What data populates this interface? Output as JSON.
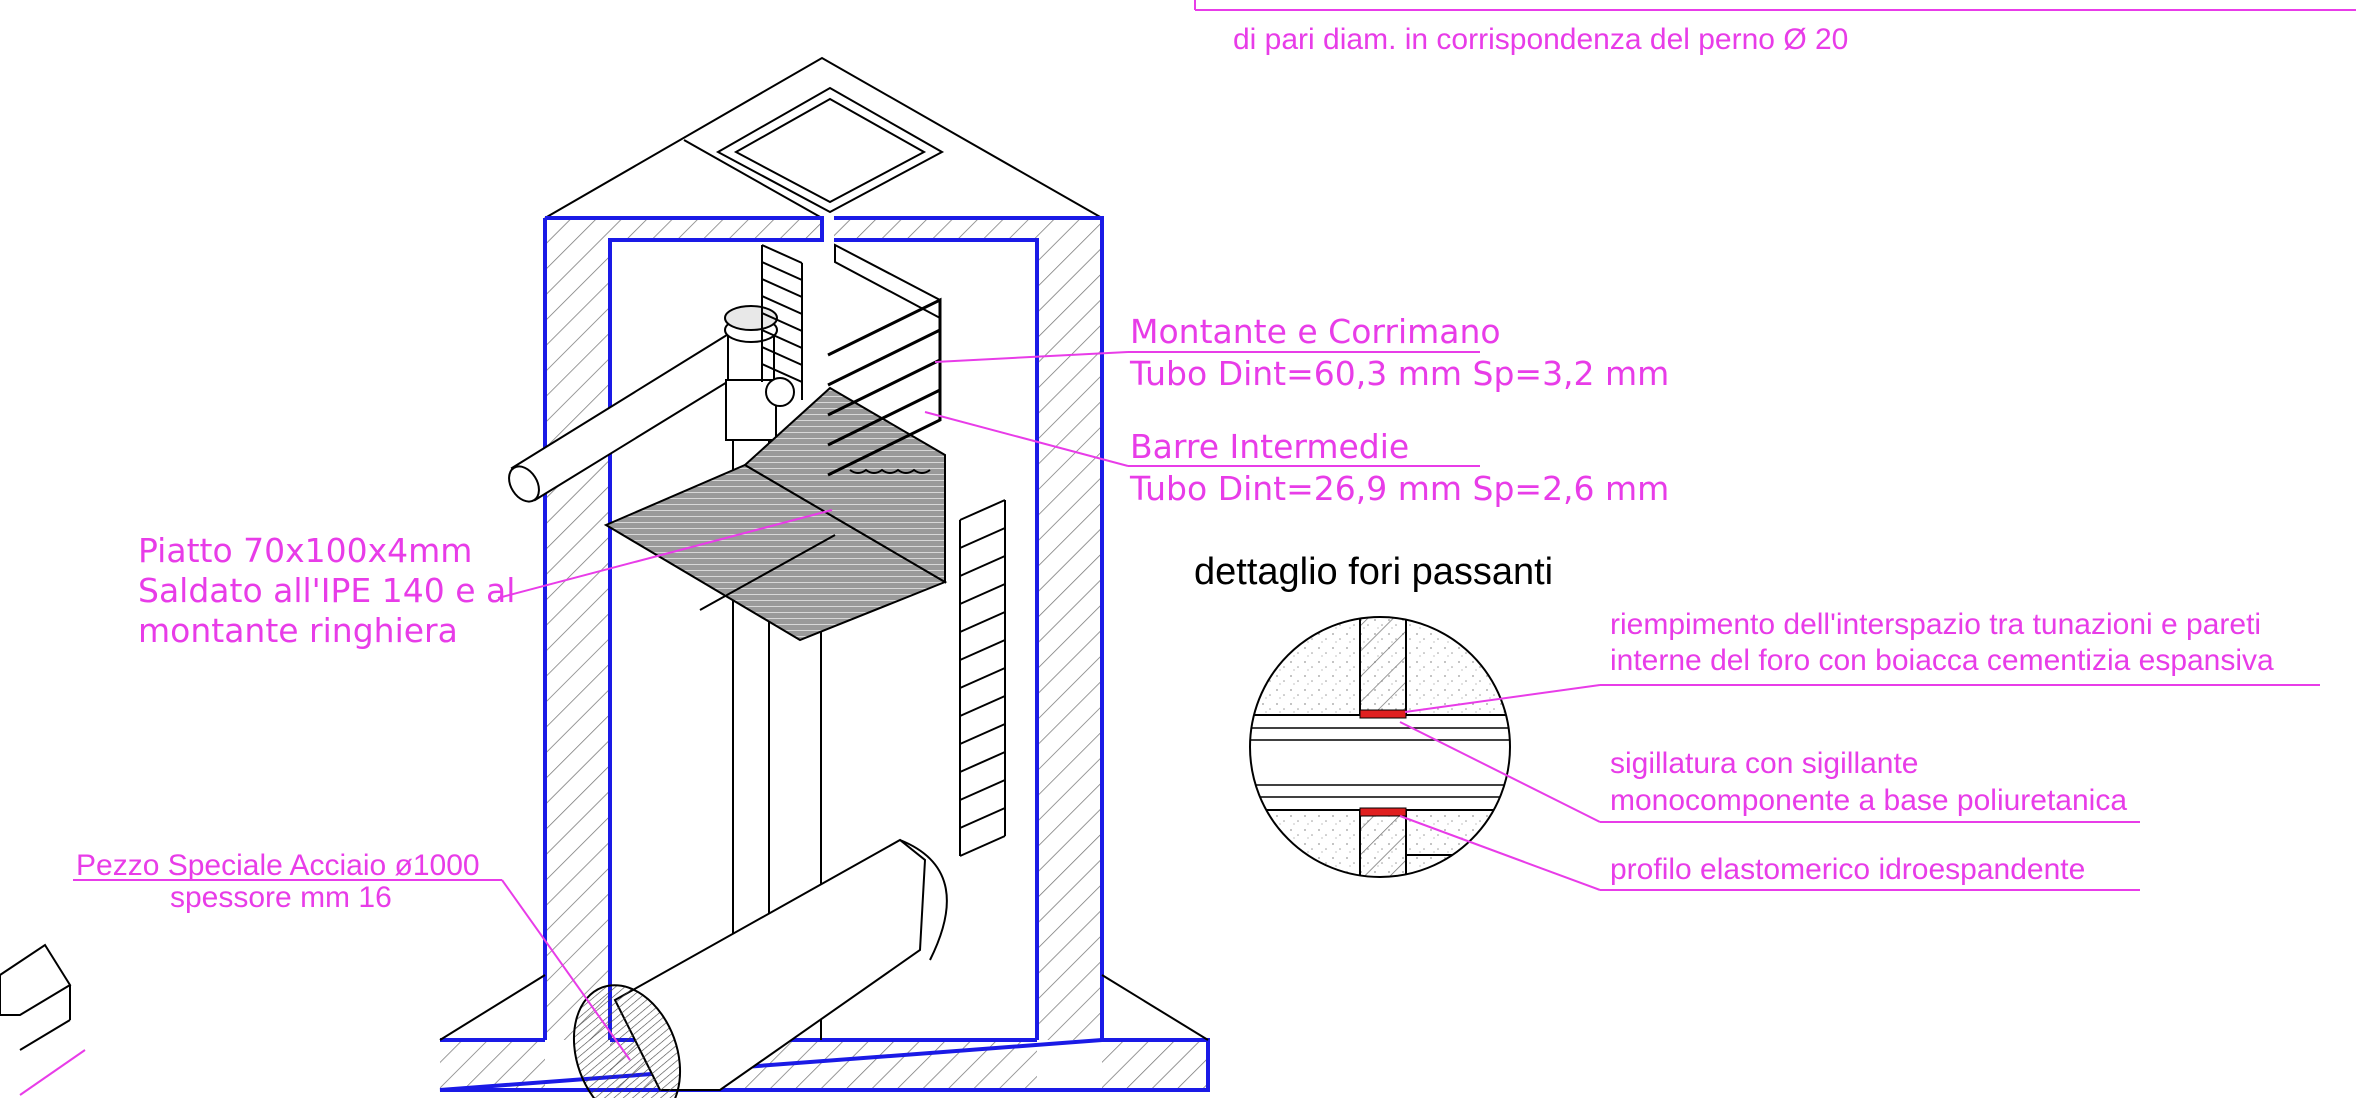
{
  "colors": {
    "annotation": "#e83ce8",
    "wall_outline": "#1a1ae6",
    "ink": "#000000",
    "seal": "#e02020"
  },
  "labels": {
    "top_note": "di pari diam. in corrispondenza del perno Ø 20",
    "montante_line1": "Montante e Corrimano",
    "montante_line2": "Tubo Dint=60,3 mm Sp=3,2 mm",
    "barre_line1": "Barre Intermedie",
    "barre_line2": "Tubo Dint=26,9 mm Sp=2,6 mm",
    "piatto_line1": "Piatto 70x100x4mm",
    "piatto_line2": "Saldato all'IPE 140 e al",
    "piatto_line3": "montante ringhiera",
    "pezzo_line1": "Pezzo Speciale Acciaio ø1000",
    "pezzo_line2": "spessore mm 16",
    "detail_title": "dettaglio fori passanti",
    "riempimento_line1": "riempimento dell'interspazio tra tunazioni e pareti",
    "riempimento_line2": "interne del foro con boiacca cementizia espansiva",
    "sigillatura_line1": "sigillatura con sigillante",
    "sigillatura_line2": "monocomponente a base poliuretanica",
    "profilo": "profilo elastomerico idroespandente"
  }
}
